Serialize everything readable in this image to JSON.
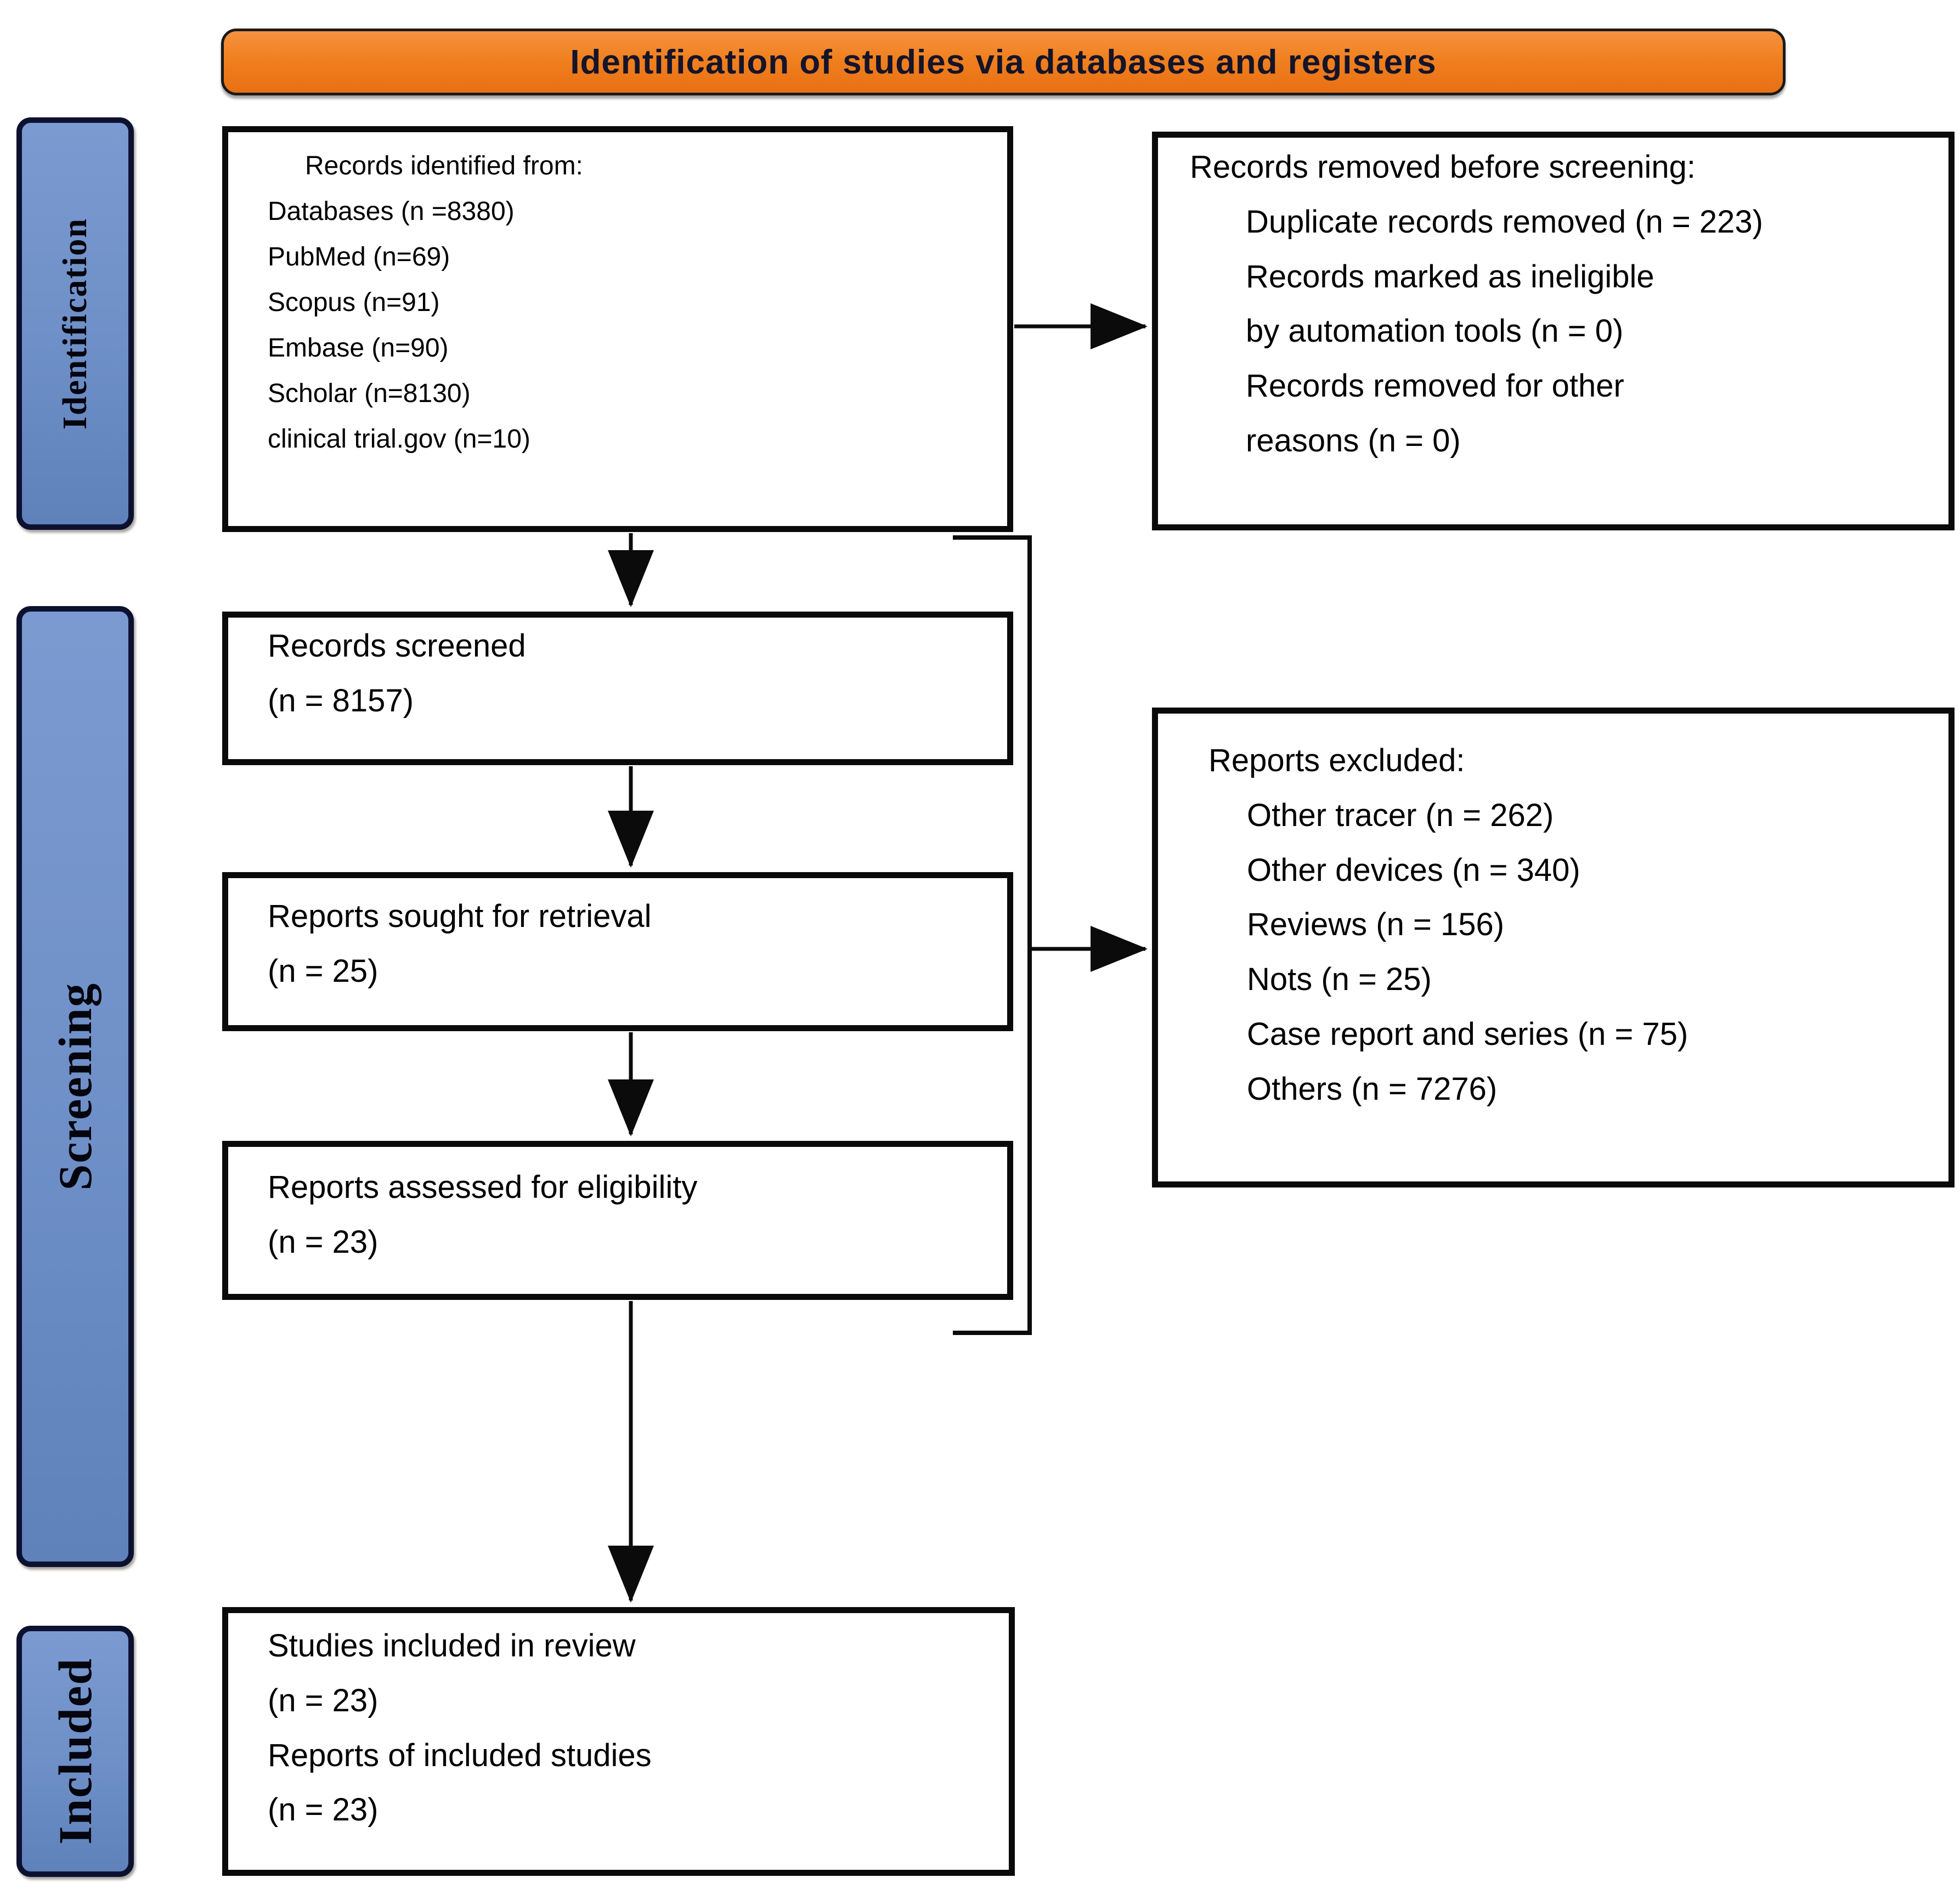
{
  "title": "Identification of studies via databases and registers",
  "colors": {
    "banner_orange": "#F0801F",
    "sidebar_blue": "#6E8FC7",
    "sidebar_border_navy": "#0D1130",
    "box_border_black": "#0A0A0A",
    "arrow_black": "#0B0B0B"
  },
  "sidebar": {
    "stages": [
      {
        "label": "Identification"
      },
      {
        "label": "Screening"
      },
      {
        "label": "Included"
      }
    ]
  },
  "boxes": {
    "records_identified": {
      "lines": [
        "Records identified from:",
        "Databases (n =8380)",
        "PubMed (n=69)",
        "Scopus (n=91)",
        "Embase (n=90)",
        "Scholar (n=8130)",
        "clinical trial.gov (n=10)"
      ]
    },
    "records_removed": {
      "lines": [
        "Records removed before screening:",
        "Duplicate records removed (n = 223)",
        "Records marked as ineligible",
        "by automation tools (n = 0)",
        "Records removed for other",
        "reasons (n = 0)"
      ]
    },
    "records_screened": {
      "lines": [
        "Records screened",
        "(n = 8157)"
      ]
    },
    "reports_sought": {
      "lines": [
        "Reports sought for retrieval",
        "(n = 25)"
      ]
    },
    "reports_assessed": {
      "lines": [
        "Reports assessed for eligibility",
        "(n = 23)"
      ]
    },
    "reports_excluded": {
      "lines": [
        "Reports excluded:",
        "Other tracer (n = 262)",
        "Other devices (n = 340)",
        "Reviews (n = 156)",
        "Nots (n = 25)",
        "Case report and series (n = 75)",
        "Others (n = 7276)"
      ]
    },
    "studies_included": {
      "lines": [
        "Studies included in review",
        "(n = 23)",
        "Reports of included studies",
        "(n = 23)"
      ]
    }
  }
}
